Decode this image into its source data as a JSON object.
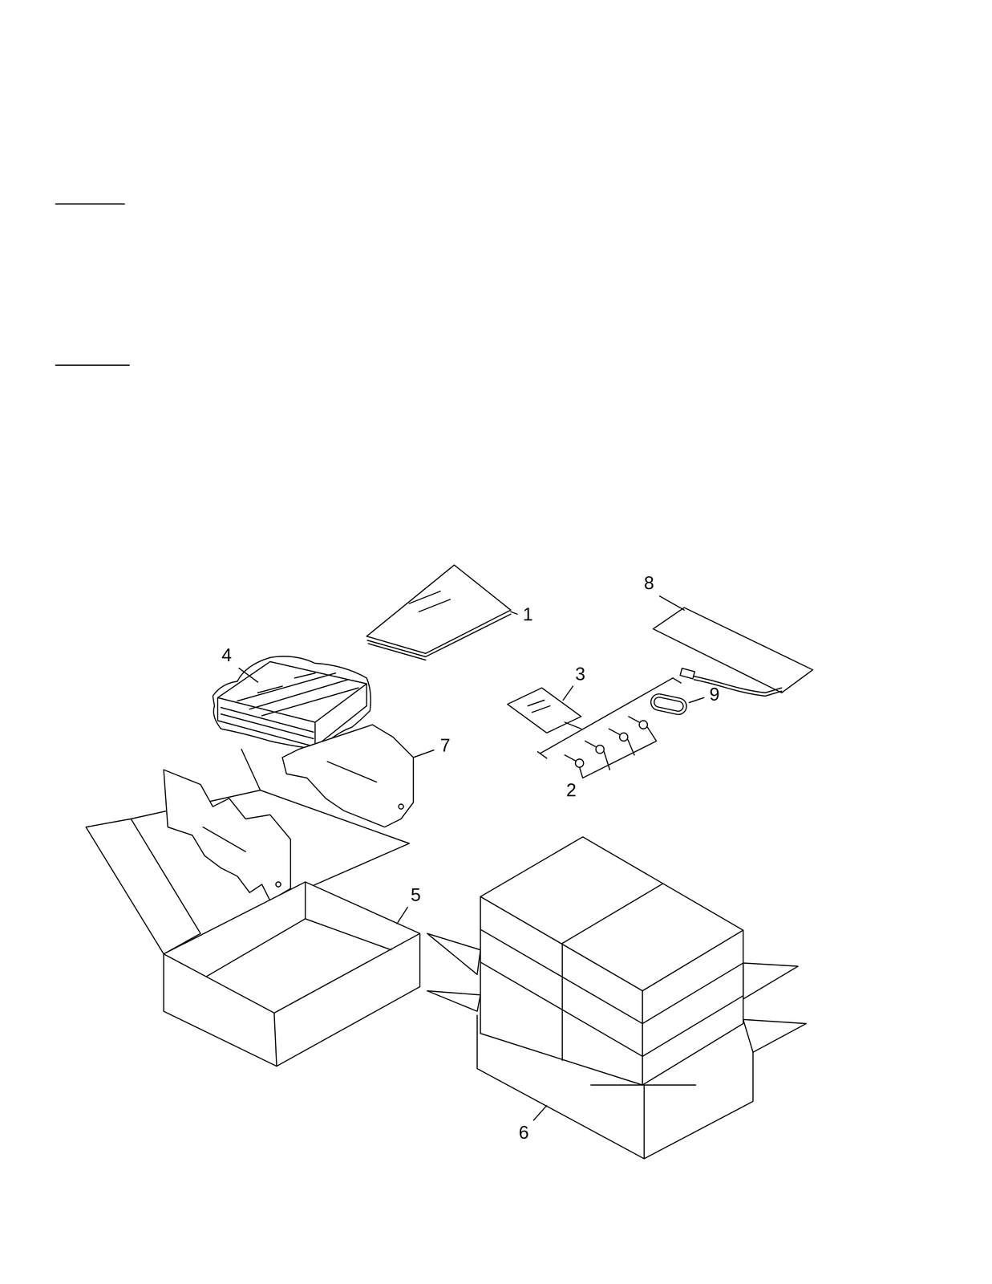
{
  "diagram": {
    "labels": [
      "8",
      "1",
      "4",
      "3",
      "9",
      "7",
      "2",
      "5",
      "6"
    ]
  }
}
